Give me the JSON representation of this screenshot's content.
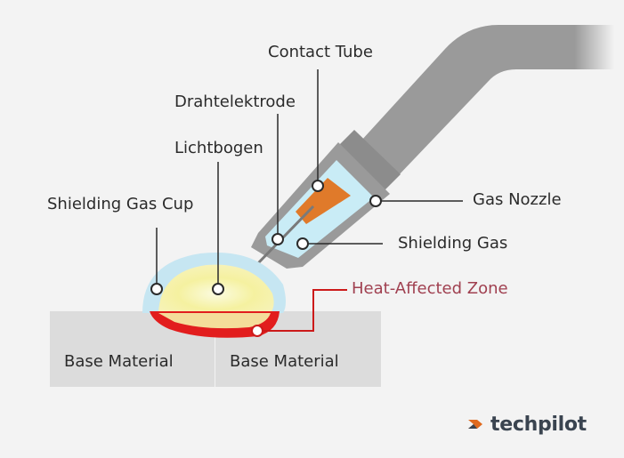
{
  "labels": {
    "contact_tube": "Contact Tube",
    "drahtelektrode": "Drahtelektrode",
    "lichtbogen": "Lichtbogen",
    "shielding_gas_cup": "Shielding Gas Cup",
    "gas_nozzle": "Gas Nozzle",
    "shielding_gas": "Shielding Gas",
    "heat_affected_zone": "Heat-Affected Zone",
    "base_material_left": "Base Material",
    "base_material_right": "Base Material"
  },
  "logo": {
    "text": "techpilot",
    "icon": "chevron-arrow-icon"
  },
  "colors": {
    "background": "#f3f3f3",
    "torch": "#9a9a9a",
    "base_material": "#dcdcdc",
    "gas_cup": "#c6e6f2",
    "arc_glow": "#f6f3a8",
    "heat_zone": "#e21d1d",
    "contact_tube": "#e07a2a",
    "logo_accent": "#e06a1e",
    "logo_text": "#3a4450",
    "heat_label": "#a04050"
  }
}
